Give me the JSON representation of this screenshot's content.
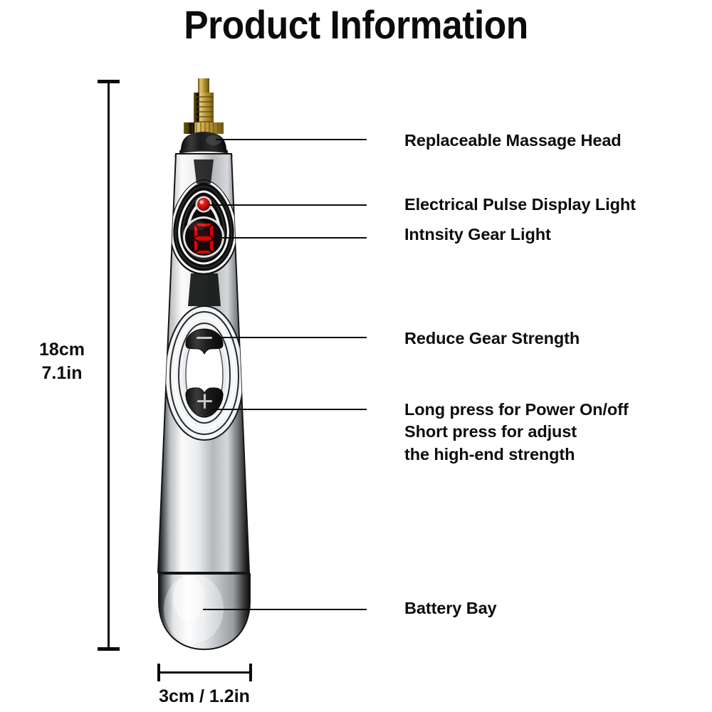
{
  "page": {
    "title": "Product Information",
    "background_color": "#ffffff",
    "text_color": "#0d0d0d"
  },
  "device": {
    "name": "electric-acupuncture-massage-pen",
    "body_color": "#c9ccce",
    "head_color": "#1a1a1a",
    "tip_color": "#c8a23a",
    "led_color": "#e01818",
    "display_digit": "8",
    "display_color": "#e60000",
    "display_background": "#120608",
    "minus_symbol": "−",
    "plus_symbol": "+"
  },
  "callouts": [
    {
      "id": "massage-head",
      "label": "Replaceable Massage Head",
      "lines": [
        "Replaceable Massage Head"
      ]
    },
    {
      "id": "pulse-light",
      "label": "Electrical Pulse Display Light",
      "lines": [
        "Electrical Pulse Display Light"
      ]
    },
    {
      "id": "gear-light",
      "label": "Intnsity Gear Light",
      "lines": [
        "Intnsity Gear Light"
      ]
    },
    {
      "id": "reduce-gear",
      "label": "Reduce Gear Strength",
      "lines": [
        "Reduce Gear Strength"
      ]
    },
    {
      "id": "power-button",
      "label": "Long press for Power On/off Short press for adjust the high-end strength",
      "lines": [
        "Long press for Power On/off",
        "Short press for adjust",
        "the high-end strength"
      ]
    },
    {
      "id": "battery-bay",
      "label": "Battery Bay",
      "lines": [
        "Battery Bay"
      ]
    }
  ],
  "dimensions": {
    "height": {
      "lines": [
        "18cm",
        "7.1in"
      ],
      "cm": "18cm",
      "inch": "7.1in"
    },
    "width": {
      "lines": [
        "3cm / 1.2in"
      ],
      "text": "3cm / 1.2in"
    }
  }
}
